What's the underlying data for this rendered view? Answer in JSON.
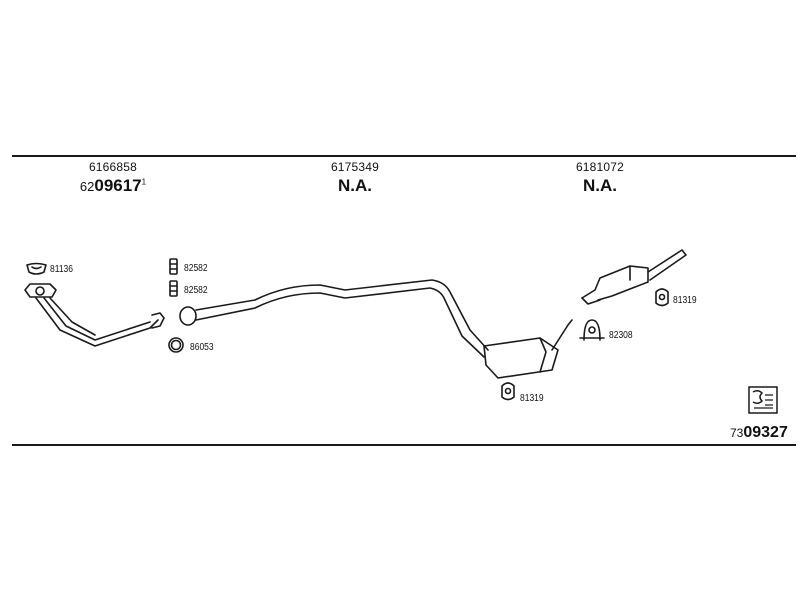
{
  "headers": [
    {
      "part_number": "6166858",
      "ref_prefix": "62",
      "ref_main": "09617",
      "ref_suffix": "1"
    },
    {
      "part_number": "6175349",
      "status": "N.A."
    },
    {
      "part_number": "6181072",
      "status": "N.A."
    }
  ],
  "parts": {
    "gasket_front": "81136",
    "clamp_a": "82582",
    "clamp_b": "82582",
    "ring": "86053",
    "mount_center": "81319",
    "clamp_rear": "82308",
    "mount_rear": "81319"
  },
  "catalog": {
    "prefix": "73",
    "main": "09327"
  }
}
